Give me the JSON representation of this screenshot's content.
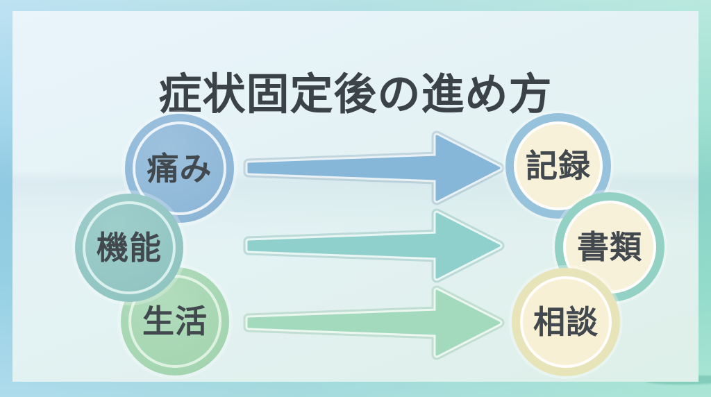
{
  "slide": {
    "title": "症状固定後の進め方"
  },
  "flow": {
    "sources": [
      {
        "label": "痛み",
        "fill_start": "#9dc2de",
        "fill_end": "#88b2d4",
        "ring": "rgba(255,255,255,0.82)"
      },
      {
        "label": "機能",
        "fill_start": "#9fcecb",
        "fill_end": "#8cc2bf",
        "ring": "rgba(235,250,248,0.80)"
      },
      {
        "label": "生活",
        "fill_start": "#b2ddbd",
        "fill_end": "#9fd2ac",
        "ring": "rgba(240,250,240,0.78)"
      }
    ],
    "targets": [
      {
        "label": "記録",
        "ring": "#97c2db",
        "fill": "#f8f1da"
      },
      {
        "label": "書類",
        "ring": "#92d1c3",
        "fill": "#f8f1da"
      },
      {
        "label": "相談",
        "ring": "#e7e4ba",
        "fill": "#f8f0d4"
      }
    ],
    "arrows": [
      {
        "from": "痛み",
        "to": "記録",
        "fill": "#86b7d9",
        "halo": "#e9f1f5",
        "edge": "rgba(150,180,195,0.45)"
      },
      {
        "from": "機能",
        "to": "書類",
        "fill": "#8fd0cc",
        "halo": "#eaf6f4",
        "edge": "rgba(140,190,185,0.45)"
      },
      {
        "from": "生活",
        "to": "相談",
        "fill": "#a3dabd",
        "halo": "#ecf7f0",
        "edge": "rgba(155,200,175,0.45)"
      }
    ]
  },
  "palette": {
    "title_text": "#3b4248",
    "label_text": "#41484e",
    "frame_sky": "#a9d9f2",
    "frame_sea": "#7cc4dd",
    "frame_shallow": "#8fd9bd",
    "panel_top": "#e9f4fb",
    "panel_bottom": "#def0e9"
  }
}
